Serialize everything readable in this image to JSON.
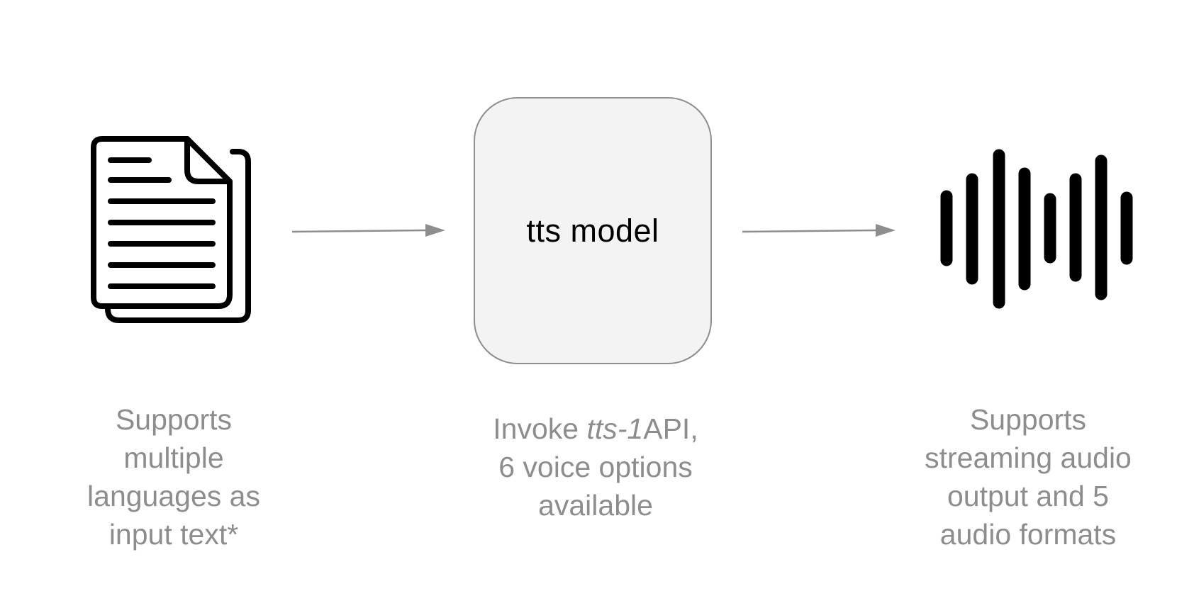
{
  "model": {
    "label": "tts model"
  },
  "captions": {
    "input": {
      "lines": [
        "Supports",
        "multiple",
        "languages as",
        "input text*"
      ]
    },
    "model": {
      "line1_prefix": "Invoke ",
      "line1_italic": "tts-1",
      "line1_suffix": "API,",
      "line2": "6 voice options",
      "line3": "available"
    },
    "output": {
      "lines": [
        "Supports",
        "streaming audio",
        "output and 5",
        "audio formats"
      ]
    }
  },
  "icons": {
    "input": "document-icon",
    "arrow": "arrow-right-icon",
    "output": "sound-wave-icon"
  },
  "colors": {
    "icon": "#000000",
    "arrow": "#8e8e8e",
    "box_fill": "#f3f3f3",
    "box_border": "#8e8e8e",
    "caption_text": "#8d8d8d",
    "model_text": "#000000"
  }
}
